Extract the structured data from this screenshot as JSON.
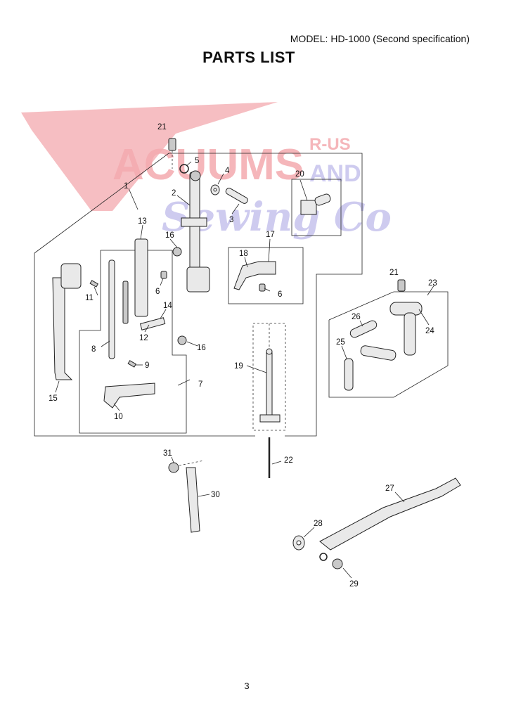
{
  "header": {
    "model": "MODEL: HD-1000 (Second specification)",
    "title": "PARTS LIST"
  },
  "footer": {
    "page_number": "3"
  },
  "watermark": {
    "line1": "ACUUMS",
    "line1_suffix": "R-US",
    "line2": "AND",
    "line3": "Sewing Co",
    "colors": {
      "red": "#f2a0a6",
      "blue": "#c9c6ee"
    }
  },
  "diagram": {
    "callouts": {
      "p1": "1",
      "p2": "2",
      "p3": "3",
      "p4": "4",
      "p5": "5",
      "p6a": "6",
      "p6b": "6",
      "p7": "7",
      "p8": "8",
      "p9": "9",
      "p10": "10",
      "p11": "11",
      "p12": "12",
      "p13": "13",
      "p14": "14",
      "p15": "15",
      "p16a": "16",
      "p16b": "16",
      "p17": "17",
      "p18": "18",
      "p19": "19",
      "p20": "20",
      "p21a": "21",
      "p21b": "21",
      "p22": "22",
      "p23": "23",
      "p24": "24",
      "p25": "25",
      "p26": "26",
      "p27": "27",
      "p28": "28",
      "p29": "29",
      "p30": "30",
      "p31": "31"
    }
  }
}
